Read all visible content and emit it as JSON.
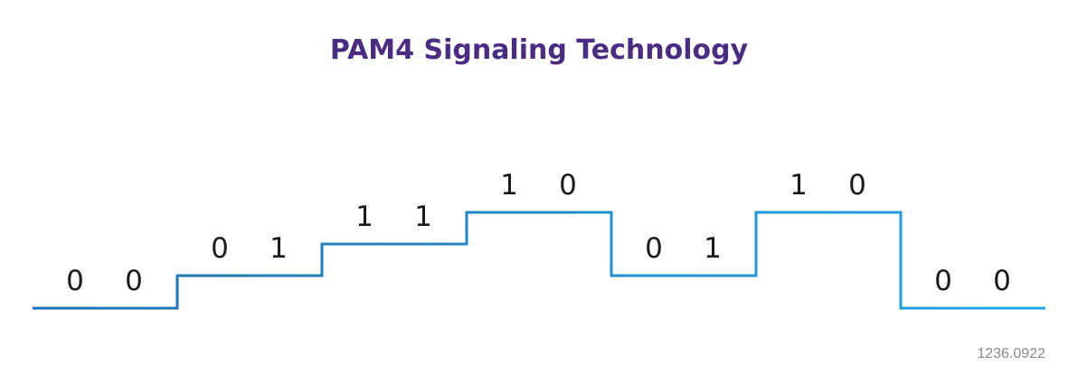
{
  "title": "PAM4 Signaling Technology",
  "reference_code": "1236.0922",
  "colors": {
    "title": "#4b2c83",
    "wave_start": "#1f6fae",
    "wave_end": "#22a7e0"
  },
  "symbols": [
    {
      "bits": [
        "0",
        "0"
      ],
      "level": 0
    },
    {
      "bits": [
        "0",
        "1"
      ],
      "level": 1
    },
    {
      "bits": [
        "1",
        "1"
      ],
      "level": 2
    },
    {
      "bits": [
        "1",
        "0"
      ],
      "level": 3
    },
    {
      "bits": [
        "0",
        "1"
      ],
      "level": 1
    },
    {
      "bits": [
        "1",
        "0"
      ],
      "level": 3
    },
    {
      "bits": [
        "0",
        "0"
      ],
      "level": 0
    }
  ]
}
